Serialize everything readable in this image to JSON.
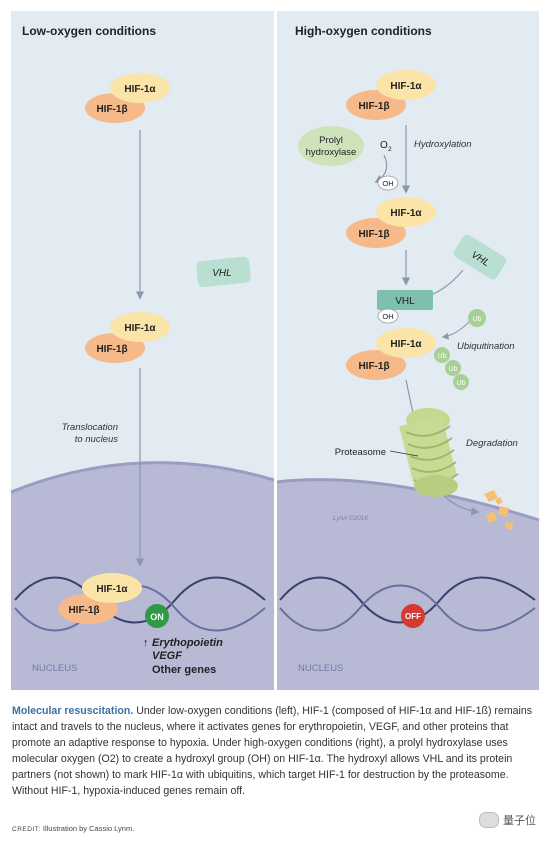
{
  "left_panel": {
    "title": "Low-oxygen conditions",
    "hif1a": "HIF-1α",
    "hif1b": "HIF-1β",
    "vhl": "VHL",
    "translocation_line1": "Translocation",
    "translocation_line2": "to nucleus",
    "on_badge": "ON",
    "gene1": "Erythopoietin",
    "gene2": "VEGF",
    "gene3": "Other genes",
    "nucleus": "NUCLEUS"
  },
  "right_panel": {
    "title": "High-oxygen conditions",
    "hif1a": "HIF-1α",
    "hif1b": "HIF-1β",
    "prolyl_line1": "Prolyl",
    "prolyl_line2": "hydroxylase",
    "o2": "O",
    "o2_sub": "2",
    "hydroxylation": "Hydroxylation",
    "oh": "OH",
    "vhl": "VHL",
    "ub": "Ub",
    "ubiquitination": "Ubiquitination",
    "proteasome": "Proteasome",
    "degradation": "Degradation",
    "off_badge": "OFF",
    "nucleus": "NUCLEUS",
    "signature": "Lynn ©2016"
  },
  "caption": {
    "lead": "Molecular resuscitation.",
    "body": " Under low-oxygen conditions (left), HIF-1 (composed of HIF-1α and HIF-1ß) remains intact and travels to the nucleus, where it activates genes for erythropoietin, VEGF, and other proteins that promote an adaptive response to hypoxia. Under high-oxygen conditions (right), a prolyl hydroxylase uses molecular oxygen (O2) to create a hydroxyl group (OH) on HIF-1α. The hydroxyl allows VHL and its protein partners (not shown) to mark HIF-1α with ubiquitins, which target HIF-1 for destruction by the proteasome. Without HIF-1, hypoxia-induced genes remain off."
  },
  "credit": {
    "label": "CREDIT:",
    "text": "Illustration by Cassio Lynm."
  },
  "watermark": "量子位",
  "colors": {
    "panel_bg": "#e3ebf2",
    "hif1a_fill": "#fbe4a8",
    "hif1b_fill": "#f6b98a",
    "vhl_fill": "#b9dfd2",
    "ub_fill": "#a8cf95",
    "on_green": "#2f9a45",
    "off_red": "#d43a2f",
    "caption_lead": "#3d6fa3"
  }
}
